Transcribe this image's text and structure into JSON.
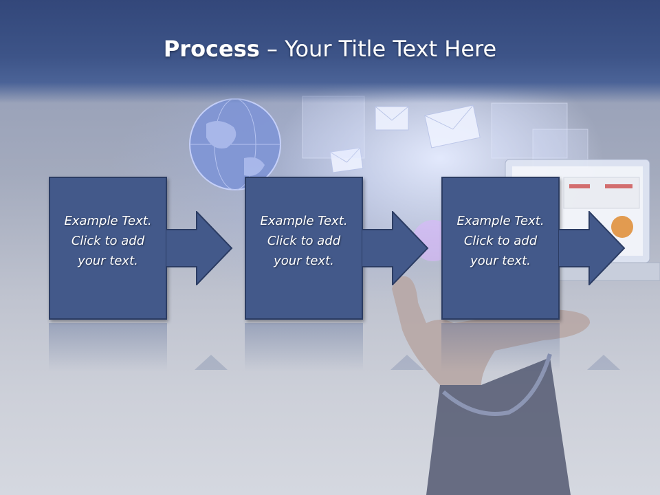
{
  "slide": {
    "title_bold": "Process",
    "title_rest": " – Your Title Text Here"
  },
  "steps": [
    {
      "line1": "Example Text.",
      "line2": "Click  to add",
      "line3": "your text."
    },
    {
      "line1": "Example Text.",
      "line2": "Click  to add",
      "line3": "your text."
    },
    {
      "line1": "Example Text.",
      "line2": "Click  to add",
      "line3": "your text."
    }
  ],
  "colors": {
    "header": "#3d5488",
    "box_fill": "#43598a",
    "box_border": "#2b3c63",
    "text": "#ffffff"
  }
}
